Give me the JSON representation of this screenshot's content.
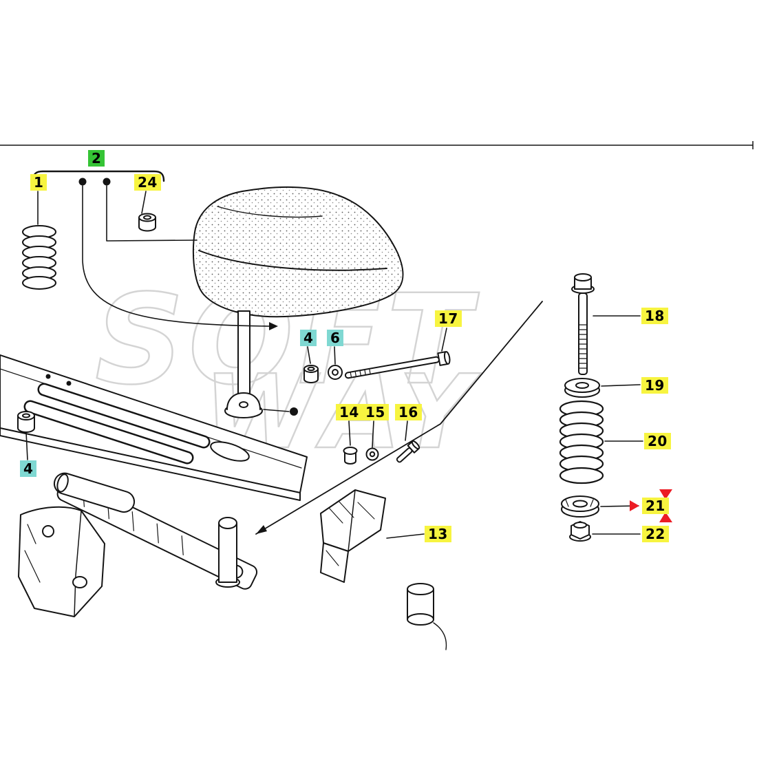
{
  "page": {
    "background": "#ffffff"
  },
  "watermark": {
    "line1": "SOFT",
    "line2": "WAY"
  },
  "colors": {
    "highlight_yellow": "#f7f440",
    "highlight_green": "#35c435",
    "highlight_cyan": "#7fd8d2",
    "selection_red": "#ec1c24",
    "line_black": "#141414",
    "watermark_gray": "#d4d4d4"
  },
  "selection": {
    "selected_part": "21",
    "marker": "red-arrow-icon"
  },
  "labels": {
    "p1": {
      "text": "1"
    },
    "p2": {
      "text": "2"
    },
    "p24": {
      "text": "24"
    },
    "p4a": {
      "text": "4"
    },
    "p6": {
      "text": "6"
    },
    "p17": {
      "text": "17"
    },
    "p14": {
      "text": "14"
    },
    "p15": {
      "text": "15"
    },
    "p16": {
      "text": "16"
    },
    "p13": {
      "text": "13"
    },
    "p4b": {
      "text": "4"
    },
    "p18": {
      "text": "18"
    },
    "p19": {
      "text": "19"
    },
    "p20": {
      "text": "20"
    },
    "p21": {
      "text": "21"
    },
    "p22": {
      "text": "22"
    }
  }
}
